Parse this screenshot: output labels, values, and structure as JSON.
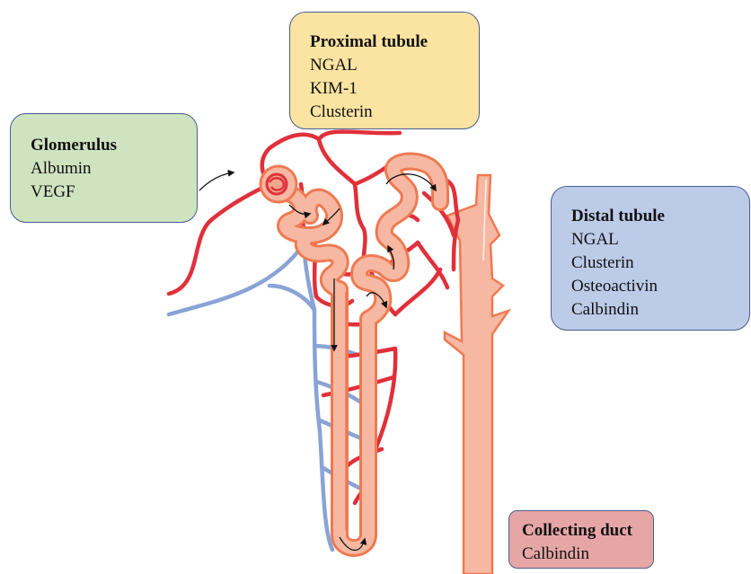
{
  "colors": {
    "artery": "#e0303a",
    "vein": "#8aa3d6",
    "tubule_fill": "#f6b8a3",
    "tubule_edge": "#ee7a52",
    "glomerulus_box": "#cfe3c0",
    "proximal_box": "#fbe3a1",
    "distal_box": "#bccbe8",
    "collecting_box": "#e7a6a6",
    "box_border": "#4a5d8f"
  },
  "icons": [
    "flow-arrow-icon"
  ],
  "boxes": {
    "proximal": {
      "title": "Proximal tubule",
      "items": [
        "NGAL",
        "KIM-1",
        "Clusterin"
      ]
    },
    "glomerulus": {
      "title": "Glomerulus",
      "items": [
        "Albumin",
        "VEGF"
      ]
    },
    "distal": {
      "title": "Distal tubule",
      "items": [
        "NGAL",
        "Clusterin",
        "Osteoactivin",
        "Calbindin"
      ]
    },
    "collecting": {
      "title": "Collecting duct",
      "items": [
        "Calbindin"
      ]
    }
  }
}
